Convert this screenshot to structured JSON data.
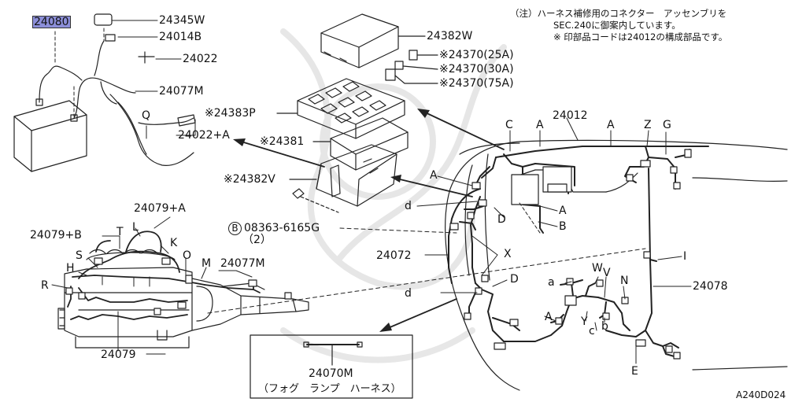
{
  "notes": {
    "line1": "（注）ハーネス補修用のコネクター　アッセンブリを",
    "line2": "SEC.240に御案内しています。",
    "line3": "※ 印部品コードは24012の構成部品です。"
  },
  "parts": {
    "p24080": "24080",
    "p24345w": "24345W",
    "p24014b": "24014B",
    "p24022": "24022",
    "p24077m_top": "24077M",
    "q_label": "Q",
    "p24022a": "24022+A",
    "p24382w": "24382W",
    "p24370_25": "※24370(25A)",
    "p24370_30": "※24370(30A)",
    "p24370_75": "※24370(75A)",
    "p24383p": "※24383P",
    "p24381": "※24381",
    "p24382v": "※24382V",
    "p08363_circle": "B",
    "p08363": "08363-6165G",
    "p08363_qty": "（2）",
    "p24079a": "24079+A",
    "p24079b": "24079+B",
    "p24077m_eng": "24077M",
    "p24079": "24079",
    "p24012": "24012",
    "p24072": "24072",
    "p24078": "24078",
    "p24070m": "24070M",
    "p24070m_desc": "（フォグ　ランプ　ハーネス）"
  },
  "letters": {
    "c_top": "C",
    "a_top1": "A",
    "a_top2": "A",
    "z": "Z",
    "g": "G",
    "a_left": "A",
    "d_left": "d",
    "d_mid": "D",
    "a_r": "A",
    "b_r": "B",
    "x": "X",
    "d_low": "D",
    "d_low_left": "d",
    "a_low": "A",
    "a_small": "a",
    "w": "W",
    "v": "V",
    "n": "N",
    "i": "I",
    "y": "Y",
    "c_low": "c",
    "b_low": "b",
    "e": "E",
    "l": "L",
    "k": "K",
    "s": "S",
    "h": "H",
    "o": "O",
    "m": "M",
    "r": "R",
    "t": "T"
  },
  "code": "A240D024"
}
